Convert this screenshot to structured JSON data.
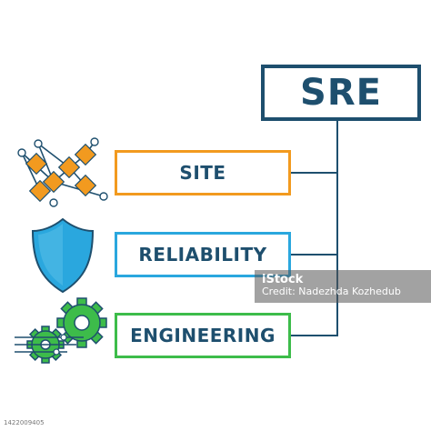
{
  "title": "SRE",
  "terms": [
    {
      "label": "SITE",
      "icon": "circuit-icon",
      "color": "#f29a1f"
    },
    {
      "label": "RELIABILITY",
      "icon": "shield-icon",
      "color": "#2aa7de"
    },
    {
      "label": "ENGINEERING",
      "icon": "gears-icon",
      "color": "#3dbc4a"
    }
  ],
  "colors": {
    "text": "#1e4f6e",
    "connector": "#1e4f6e"
  },
  "watermark": {
    "brand": "iStock",
    "credit": "Credit: Nadezhda Kozhedub"
  },
  "stock_id": "1422009405"
}
